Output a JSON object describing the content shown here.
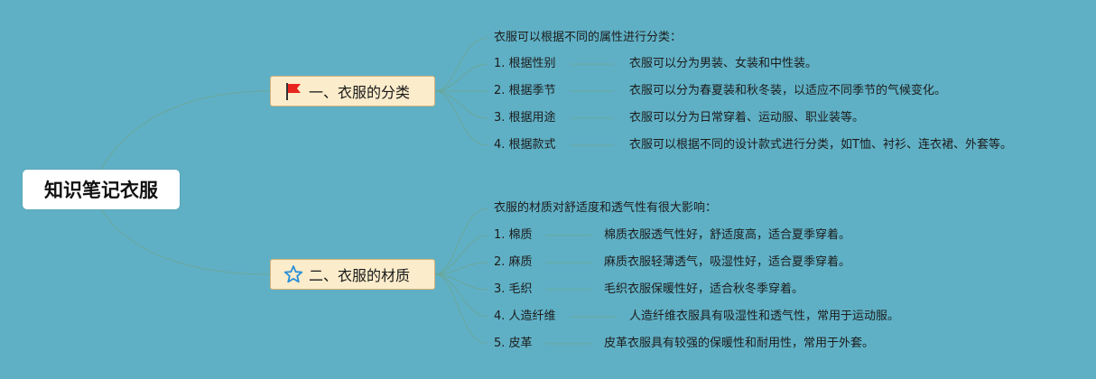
{
  "root": {
    "label": "知识笔记衣服"
  },
  "branches": [
    {
      "label": "一、衣服的分类",
      "icon": "red-flag-icon",
      "intro": "衣服可以根据不同的属性进行分类：",
      "items": [
        {
          "label": "1. 根据性别",
          "detail": "衣服可以分为男装、女装和中性装。"
        },
        {
          "label": "2. 根据季节",
          "detail": "衣服可以分为春夏装和秋冬装，以适应不同季节的气候变化。"
        },
        {
          "label": "3. 根据用途",
          "detail": "衣服可以分为日常穿着、运动服、职业装等。"
        },
        {
          "label": "4. 根据款式",
          "detail": "衣服可以根据不同的设计款式进行分类，如T恤、衬衫、连衣裙、外套等。"
        }
      ]
    },
    {
      "label": "二、衣服的材质",
      "icon": "blue-star-icon",
      "intro": "衣服的材质对舒适度和透气性有很大影响：",
      "items": [
        {
          "label": "1. 棉质",
          "detail": "棉质衣服透气性好，舒适度高，适合夏季穿着。"
        },
        {
          "label": "2. 麻质",
          "detail": "麻质衣服轻薄透气，吸湿性好，适合夏季穿着。"
        },
        {
          "label": "3. 毛织",
          "detail": "毛织衣服保暖性好，适合秋冬季穿着。"
        },
        {
          "label": "4. 人造纤维",
          "detail": "人造纤维衣服具有吸湿性和透气性，常用于运动服。"
        },
        {
          "label": "5. 皮革",
          "detail": "皮革衣服具有较强的保暖性和耐用性，常用于外套。"
        }
      ]
    }
  ],
  "colors": {
    "background": "#5fb0c5",
    "line": "#6aa79a",
    "branch_fill": "#fbeccb",
    "flag": "#e8261f",
    "star": "#2a8fd8"
  }
}
